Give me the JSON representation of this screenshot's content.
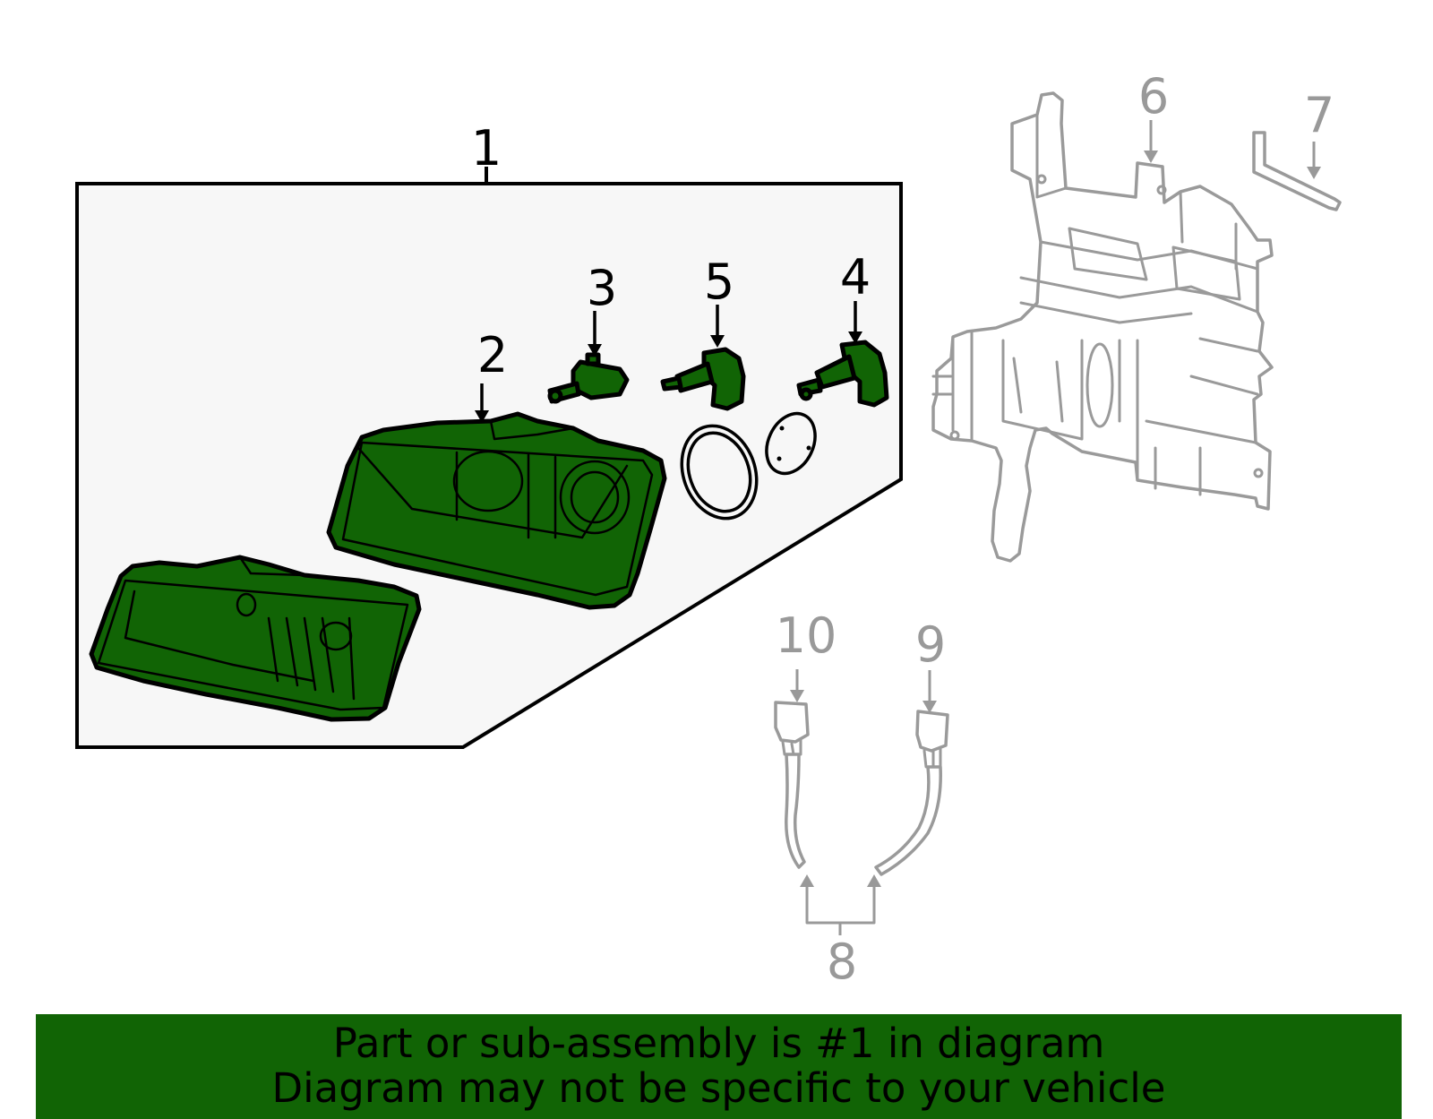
{
  "callouts": {
    "c1": "1",
    "c2": "2",
    "c3": "3",
    "c4": "4",
    "c5": "5",
    "c6": "6",
    "c7": "7",
    "c8": "8",
    "c9": "9",
    "c10": "10"
  },
  "footer": {
    "line1": "Part or sub-assembly is #1 in diagram",
    "line2": "Diagram may not be specific to your vehicle"
  },
  "colors": {
    "highlight_green": "#116405",
    "banner_green": "#116405",
    "secondary_gray": "#999999",
    "panel_background": "#f7f7f7"
  }
}
